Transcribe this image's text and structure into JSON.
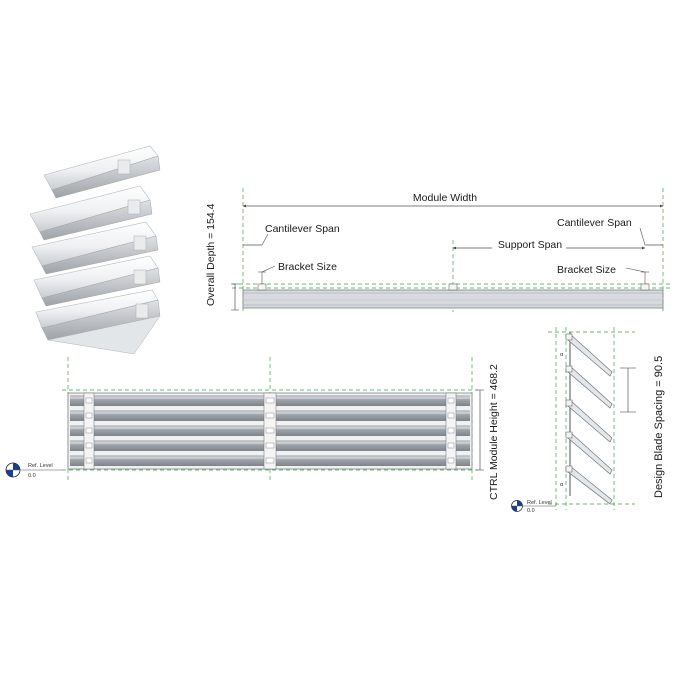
{
  "plan_view": {
    "module_width_label": "Module Width",
    "cantilever_left_label": "Cantilever Span",
    "cantilever_right_label": "Cantilever Span",
    "support_span_label": "Support Span",
    "bracket_left_label": "Bracket Size",
    "bracket_right_label": "Bracket Size",
    "overall_depth_label": "Overall Depth = 154.4"
  },
  "elevation_view": {
    "module_height_label": "CTRL Module Height = 468.2",
    "ref_level_label": "Ref. Level",
    "ref_level_value": "0.0"
  },
  "section_view": {
    "blade_spacing_label": "Design Blade Spacing = 90.5",
    "ref_level_label": "Ref. Level",
    "ref_level_value": "0.0"
  },
  "colors": {
    "dim_line": "#555555",
    "guide_green": "#3aa04a",
    "blade_grey": "#a8adb3",
    "frame_grey": "#7d8288",
    "bracket_white": "#f4f4f4",
    "text": "#1a1a1a"
  }
}
